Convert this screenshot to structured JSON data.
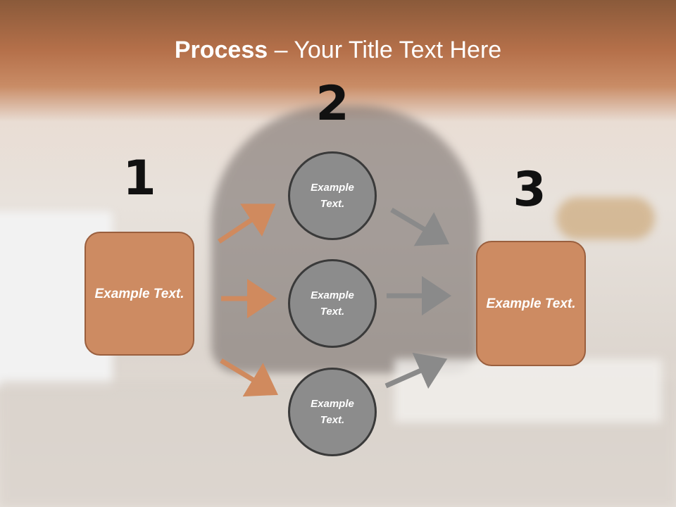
{
  "title": {
    "bold": "Process",
    "rest": " – Your Title Text Here"
  },
  "steps": {
    "one": "1",
    "two": "2",
    "three": "3"
  },
  "left_box": {
    "text": "Example Text."
  },
  "right_box": {
    "text": "Example Text."
  },
  "circles": [
    {
      "text": "Example Text."
    },
    {
      "text": "Example Text."
    },
    {
      "text": "Example Text."
    }
  ],
  "colors": {
    "accent": "#cd8b62",
    "circle": "#8c8c8c",
    "arrow_orange": "#d08a5e",
    "arrow_gray": "#8a8a8a"
  }
}
